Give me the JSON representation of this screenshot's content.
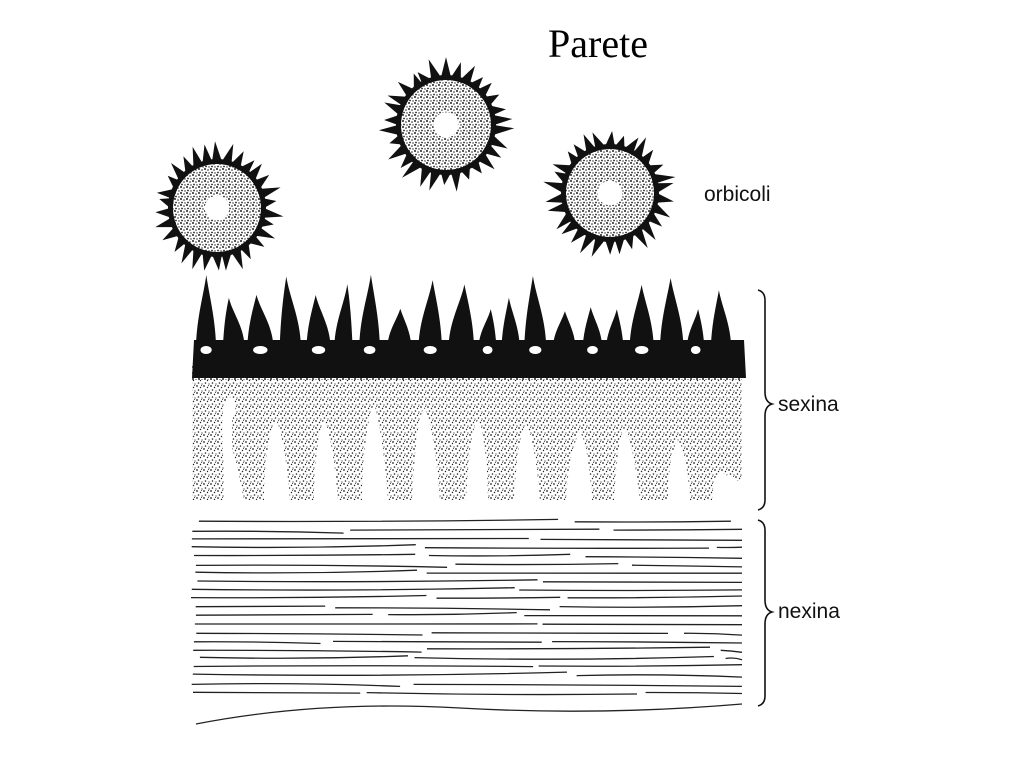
{
  "title": "Parete",
  "labels": {
    "orbicoli": "orbicoli",
    "sexina": "sexina",
    "nexina": "nexina"
  },
  "colors": {
    "ink": "#111111",
    "background": "#ffffff"
  }
}
